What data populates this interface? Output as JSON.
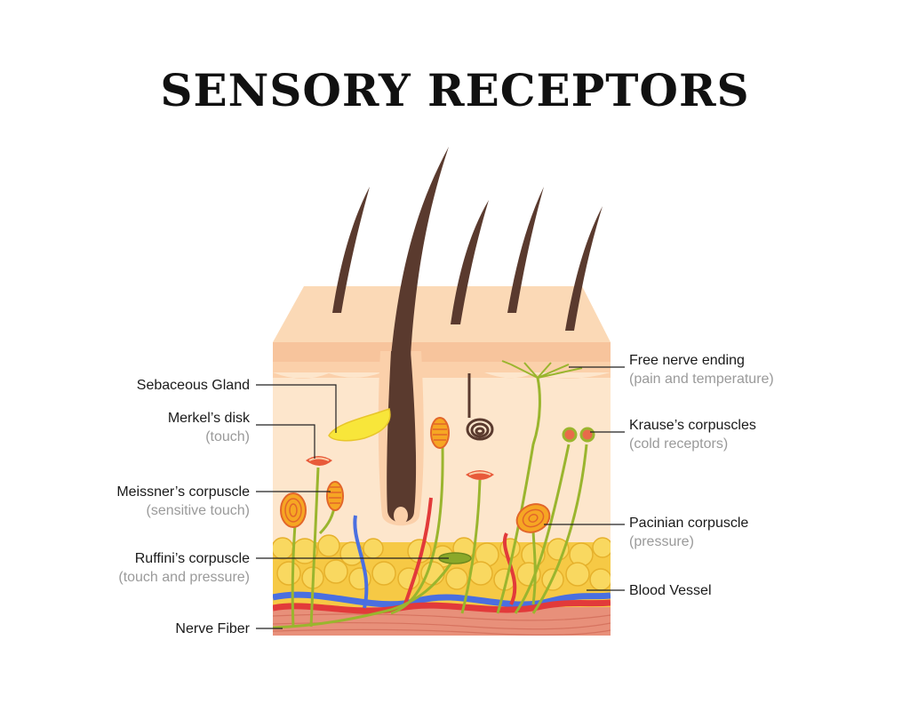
{
  "title": "SENSORY RECEPTORS",
  "colors": {
    "hair": "#5a3a2e",
    "epidermis": "#f7c49c",
    "dermis": "#fde6cc",
    "fat": "#f6c945",
    "artery": "#e23a3a",
    "vein": "#4a6fe0",
    "nerve": "#9ab52e",
    "muscle": "#e8907a"
  },
  "labels_left": [
    {
      "name": "Sebaceous Gland",
      "desc": ""
    },
    {
      "name": "Merkel’s disk",
      "desc": "(touch)"
    },
    {
      "name": "Meissner’s corpuscle",
      "desc": "(sensitive touch)"
    },
    {
      "name": "Ruffini’s corpuscle",
      "desc": "(touch and pressure)"
    },
    {
      "name": "Nerve Fiber",
      "desc": ""
    }
  ],
  "labels_right": [
    {
      "name": "Free nerve ending",
      "desc": "(pain and temperature)"
    },
    {
      "name": "Krause’s corpuscles",
      "desc": "(cold receptors)"
    },
    {
      "name": "Pacinian corpuscle",
      "desc": "(pressure)"
    },
    {
      "name": "Blood Vessel",
      "desc": ""
    }
  ]
}
